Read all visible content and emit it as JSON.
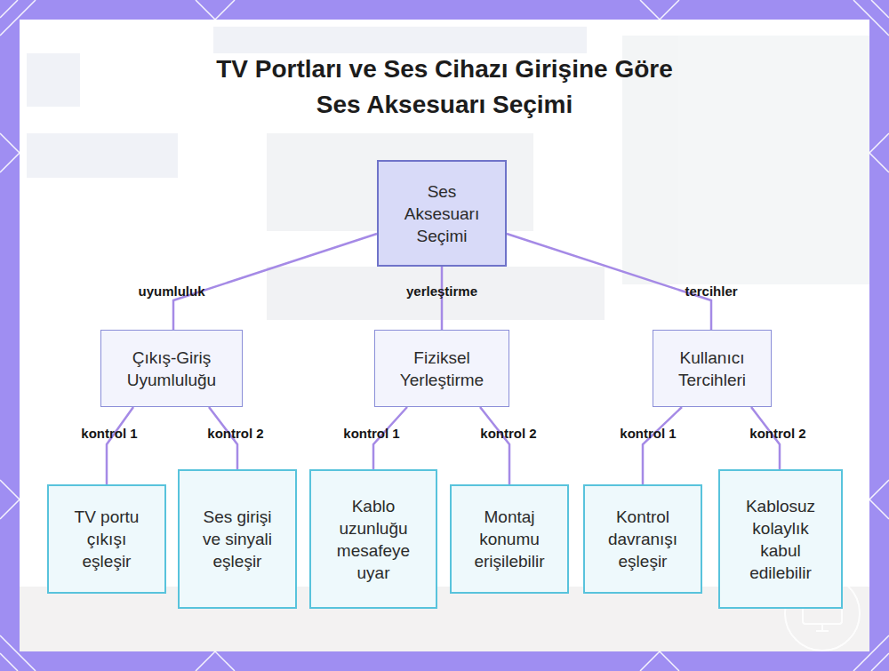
{
  "diagram": {
    "title": "TV Portları ve Ses Cihazı Girişine Göre Ses Aksesuarı Seçimi",
    "nodes": [
      {
        "text": [
          "Ses Aksesuarı Seçimi"
        ]
      },
      {
        "text": [
          "Çıkış-Giriş Uyumluluğu"
        ]
      },
      {
        "text": [
          "Fiziksel Yerleştirme"
        ]
      },
      {
        "text": [
          "Kullanıcı Tercihleri"
        ]
      },
      {
        "text": [
          "TV portu çıkışı eşleşir"
        ]
      },
      {
        "text": [
          "Ses girişi ve sinyali eşleşir"
        ]
      },
      {
        "text": [
          "Kablo uzunluğu mesafeye uyar"
        ]
      },
      {
        "text": [
          "Montaj konumu erişilebilir"
        ]
      },
      {
        "text": [
          "Kontrol davranışı eşleşir"
        ]
      },
      {
        "text": [
          "Kablosuz kolaylık kabul edilebilir"
        ]
      }
    ],
    "edges": [
      {
        "from": 0,
        "to": 1,
        "label": "uyumluluk",
        "arrow": "none"
      },
      {
        "from": 0,
        "to": 2,
        "label": "yerleştirme",
        "arrow": "none"
      },
      {
        "from": 0,
        "to": 3,
        "label": "tercihler",
        "arrow": "none"
      },
      {
        "from": 1,
        "to": 4,
        "label": "kontrol 1",
        "arrow": "none"
      },
      {
        "from": 1,
        "to": 5,
        "label": "kontrol 2",
        "arrow": "none"
      },
      {
        "from": 2,
        "to": 6,
        "label": "kontrol 1",
        "arrow": "none"
      },
      {
        "from": 2,
        "to": 7,
        "label": "kontrol 2",
        "arrow": "none"
      },
      {
        "from": 3,
        "to": 8,
        "label": "kontrol 1",
        "arrow": "none"
      },
      {
        "from": 3,
        "to": 9,
        "label": "kontrol 2",
        "arrow": "none"
      }
    ]
  }
}
